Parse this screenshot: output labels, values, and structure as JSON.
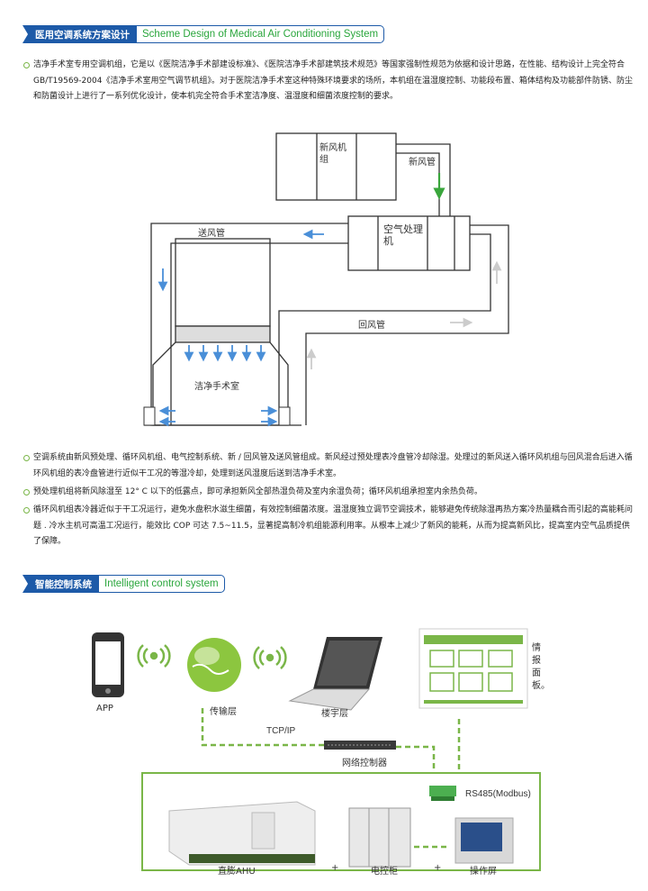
{
  "section1": {
    "title_cn": "医用空调系统方案设计",
    "title_en": "Scheme Design of Medical Air Conditioning System"
  },
  "intro": "洁净手术室专用空调机组，它是以《医院洁净手术部建设标准》、《医院洁净手术部建筑技术规范》等国家强制性规范为依据和设计思路，在性能、结构设计上完全符合 GB/T19569-2004《洁净手术室用空气调节机组》。对于医院洁净手术室这种特殊环境要求的场所，本机组在温湿度控制、功能段布置、箱体结构及功能部件防锈、防尘和防菌设计上进行了一系列优化设计，使本机完全符合手术室洁净度、温湿度和细菌浓度控制的要求。",
  "diagram": {
    "fresh_unit": "新风机组",
    "fresh_duct": "新风管",
    "ahu": "空气处理机",
    "supply_duct": "送风管",
    "return_duct": "回风管",
    "room": "洁净手术室"
  },
  "bullets": [
    "空调系统由新风预处理、循环风机组、电气控制系统、新 / 回风管及送风管组成。新风经过预处理表冷盘管冷却除湿。处理过的新风送入循环风机组与回风混合后进入循环风机组的表冷盘管进行近似干工况的等湿冷却，处理到送风湿度后送到洁净手术室。",
    "预处理机组将新风除湿至 12° C 以下的低露点，即可承担新风全部热湿负荷及室内余湿负荷；循环风机组承担室内余热负荷。",
    "循环风机组表冷器近似于干工况运行，避免水盘积水滋生细菌，有效控制细菌浓度。温湿度独立调节空调技术，能够避免传统除湿再热方案冷热量耦合而引起的高能耗问题 . 冷水主机可高温工况运行，能效比 COP 可达 7.5~11.5，显著提高制冷机组能源利用率。从根本上减少了新风的能耗，从而为提高新风比，提高室内空气品质提供了保障。"
  ],
  "section2": {
    "title_cn": "智能控制系统",
    "title_en": "Intelligent control system"
  },
  "control": {
    "app": "APP",
    "transport": "传输层",
    "building": "楼宇层",
    "panel": "情报面板。",
    "tcpip": "TCP/IP",
    "controller": "网络控制器",
    "rs485": "RS485(Modbus)",
    "ahu": "直膨AHU",
    "cabinet": "电控柜",
    "screen": "操作屏",
    "plus": "+"
  },
  "colors": {
    "blue": "#1d5aa8",
    "green": "#2aa63c",
    "light_green": "#7ab648"
  }
}
